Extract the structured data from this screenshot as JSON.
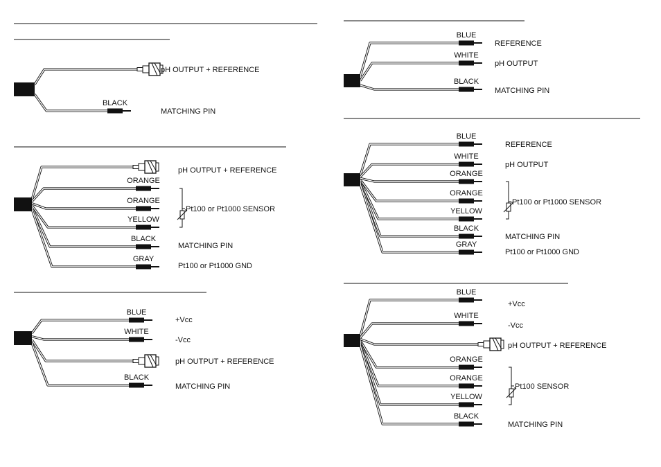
{
  "diagrams": [
    {
      "id": "d1",
      "wires": [
        {
          "color": "",
          "kind": "bnc"
        },
        {
          "color": "BLACK",
          "kind": "plug"
        }
      ],
      "labels": [
        "pH OUTPUT + REFERENCE",
        "MATCHING PIN"
      ],
      "sensor_label": ""
    },
    {
      "id": "d2",
      "wires": [
        {
          "color": "",
          "kind": "bnc"
        },
        {
          "color": "ORANGE",
          "kind": "plug"
        },
        {
          "color": "ORANGE",
          "kind": "plug"
        },
        {
          "color": "YELLOW",
          "kind": "plug"
        },
        {
          "color": "BLACK",
          "kind": "plug"
        },
        {
          "color": "GRAY",
          "kind": "plug"
        }
      ],
      "labels": [
        "pH OUTPUT + REFERENCE",
        "MATCHING PIN",
        "Pt100 or Pt1000 GND"
      ],
      "sensor_label": "Pt100 or Pt1000 SENSOR"
    },
    {
      "id": "d3",
      "wires": [
        {
          "color": "BLUE",
          "kind": "plug"
        },
        {
          "color": "WHITE",
          "kind": "plug"
        },
        {
          "color": "",
          "kind": "bnc"
        },
        {
          "color": "BLACK",
          "kind": "plug"
        }
      ],
      "labels": [
        "+Vcc",
        "-Vcc",
        "pH OUTPUT + REFERENCE",
        "MATCHING PIN"
      ],
      "sensor_label": ""
    },
    {
      "id": "d4",
      "wires": [
        {
          "color": "BLUE",
          "kind": "plug"
        },
        {
          "color": "WHITE",
          "kind": "plug"
        },
        {
          "color": "BLACK",
          "kind": "plug"
        }
      ],
      "labels": [
        "REFERENCE",
        "pH OUTPUT",
        "MATCHING PIN"
      ],
      "sensor_label": ""
    },
    {
      "id": "d5",
      "wires": [
        {
          "color": "BLUE",
          "kind": "plug"
        },
        {
          "color": "WHITE",
          "kind": "plug"
        },
        {
          "color": "ORANGE",
          "kind": "plug"
        },
        {
          "color": "ORANGE",
          "kind": "plug"
        },
        {
          "color": "YELLOW",
          "kind": "plug"
        },
        {
          "color": "BLACK",
          "kind": "plug"
        },
        {
          "color": "GRAY",
          "kind": "plug"
        }
      ],
      "labels": [
        "REFERENCE",
        "pH OUTPUT",
        "MATCHING PIN",
        "Pt100 or Pt1000 GND"
      ],
      "sensor_label": "Pt100 or Pt1000 SENSOR"
    },
    {
      "id": "d6",
      "wires": [
        {
          "color": "BLUE",
          "kind": "plug"
        },
        {
          "color": "WHITE",
          "kind": "plug"
        },
        {
          "color": "",
          "kind": "bnc"
        },
        {
          "color": "ORANGE",
          "kind": "plug"
        },
        {
          "color": "ORANGE",
          "kind": "plug"
        },
        {
          "color": "YELLOW",
          "kind": "plug"
        },
        {
          "color": "BLACK",
          "kind": "plug"
        }
      ],
      "labels": [
        "+Vcc",
        "-Vcc",
        "pH OUTPUT + REFERENCE",
        "MATCHING PIN"
      ],
      "sensor_label": "Pt100 SENSOR"
    }
  ]
}
